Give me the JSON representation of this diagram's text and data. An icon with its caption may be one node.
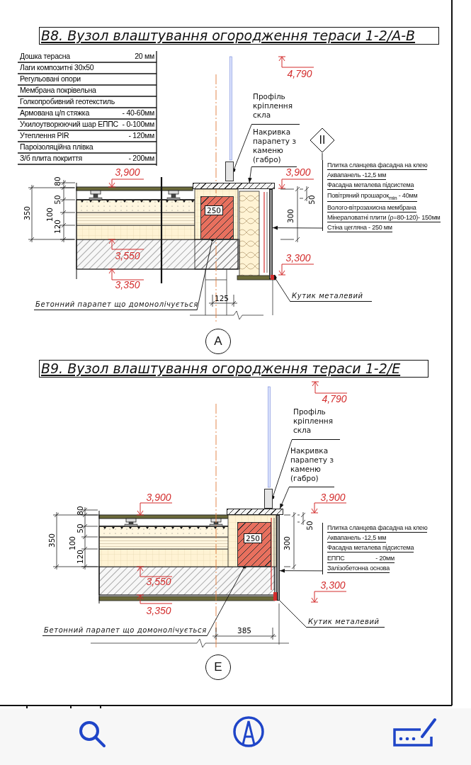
{
  "diagram": {
    "nodes": [
      {
        "text": [
          "В8. Вузол влаштування огородження тераси 1-2/А-В"
        ]
      },
      {
        "text": [
          "Профіль кріплення скла"
        ]
      },
      {
        "text": [],
        "shape": "box"
      },
      {
        "text": [
          "Накривка парапету з каменю (габро)"
        ]
      },
      {
        "text": [],
        "shape": "bar"
      },
      {
        "text": [
          "II"
        ]
      },
      {
        "text": [
          "Плитка сланцева фасадна на клею",
          "Аквапанель -12,5 мм",
          "Фасадна металева підсистема",
          "Повітряний прошарок$_{min}$ - 40мм",
          "Волого-вітрозахисна мембрана",
          "Мінераловатні плити (ρ=80-120)- 150мм",
          "Стіна цегляна - 250 мм"
        ]
      },
      {
        "text": [],
        "shape": "bar"
      },
      {
        "text": [
          "Бетонний парапет що домонолічується"
        ]
      },
      {
        "text": [],
        "shape": "box"
      },
      {
        "text": [
          "Кутик металевий"
        ]
      },
      {
        "text": [],
        "shape": "box"
      },
      {
        "text": [
          "А"
        ]
      },
      {
        "text": [
          "В9. Вузол влаштування огородження тераси 1-2/Е"
        ]
      },
      {
        "text": [
          "Профіль кріплення скла"
        ]
      },
      {
        "text": [],
        "shape": "box"
      },
      {
        "text": [
          "Накривка парапету з каменю (габро)"
        ]
      },
      {
        "text": [],
        "shape": "bar"
      },
      {
        "text": [
          "Плитка сланцева фасадна на клею",
          "Аквапанель -12,5 мм",
          "Фасадна металева підсистема",
          "ЕППС                   - 20мм",
          "Залізобетонна основа"
        ]
      },
      {
        "text": [],
        "shape": "bar"
      },
      {
        "text": [
          "Бетонний парапет що домонолічується"
        ]
      },
      {
        "text": [],
        "shape": "box"
      },
      {
        "text": [
          "Кутик металевий"
        ]
      },
      {
        "text": [],
        "shape": "box"
      },
      {
        "text": [
          "Е"
        ]
      }
    ],
    "edges": [
      {
        "from": 1,
        "to": 2,
        "arrow": "other"
      },
      {
        "from": 3,
        "to": 4,
        "arrow": "to"
      },
      {
        "from": 5,
        "to": 6,
        "arrow": "none"
      },
      {
        "from": 6,
        "to": 7,
        "arrow": "to"
      },
      {
        "from": 8,
        "to": 9,
        "arrow": "other"
      },
      {
        "from": 10,
        "to": 11,
        "arrow": "other"
      },
      {
        "from": 14,
        "to": 15,
        "arrow": "other"
      },
      {
        "from": 16,
        "to": 17,
        "arrow": "to"
      },
      {
        "from": 18,
        "to": 19,
        "arrow": "to"
      },
      {
        "from": 20,
        "to": 21,
        "arrow": "other"
      },
      {
        "from": 22,
        "to": 23,
        "arrow": "other"
      }
    ],
    "labels": [
      "Дошка терасна",
      "20 мм",
      "Лаги композитні 30х50",
      "Регульовані опори",
      "Мембрана покрівельна",
      "Голкопробивний геотекстиль",
      "Армована ц/п стяжка",
      "- 40-60мм",
      "Ухилоутворюючий шар ЕППС",
      "- 0-100мм",
      "Утеплення PIR",
      "- 120мм",
      "Пароізоляційна плівка",
      "З/б плита покриття",
      "- 200мм",
      "4,790",
      "3,900",
      "3,900",
      "80",
      "50",
      "350",
      "100",
      "120",
      "250",
      "50",
      "300",
      "3,550",
      "3,300",
      "3,350",
      "125",
      "4,790",
      "3,900",
      "3,900",
      "80",
      "50",
      "350",
      "100",
      "120",
      "250",
      "50",
      "300",
      "3,550",
      "3,300",
      "3,350",
      "385"
    ]
  }
}
